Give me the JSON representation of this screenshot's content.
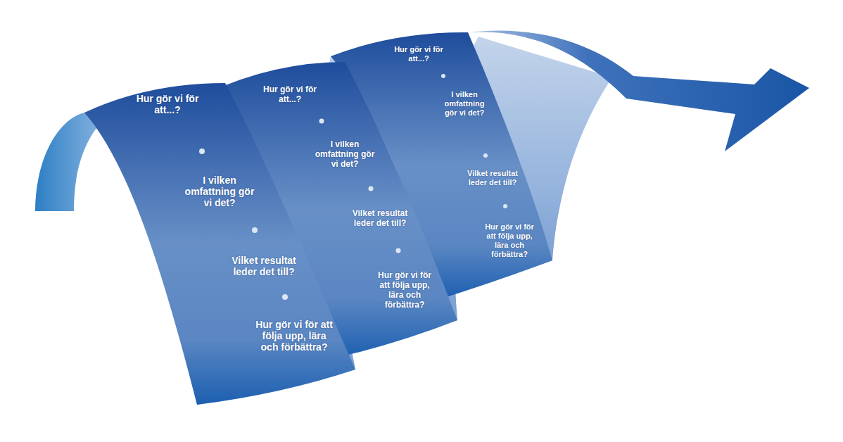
{
  "diagram": {
    "labels": [
      "Hur gör vi för att...?",
      "I vilken omfattning gör vi det?",
      "Vilket resultat leder det till?",
      "Hur gör vi för att följa upp, lära och förbättra?",
      "Hur gör vi för att...?",
      "I vilken omfattning gör vi det?",
      "Vilket resultat leder det till?",
      "Hur gör vi för att följa upp, lära och förbättra?",
      "Hur gör vi för att...?",
      "I vilken omfattning gör vi det?",
      "Vilket resultat leder det till?",
      "Hur gör vi för att följa upp, lära och förbättra?"
    ]
  }
}
